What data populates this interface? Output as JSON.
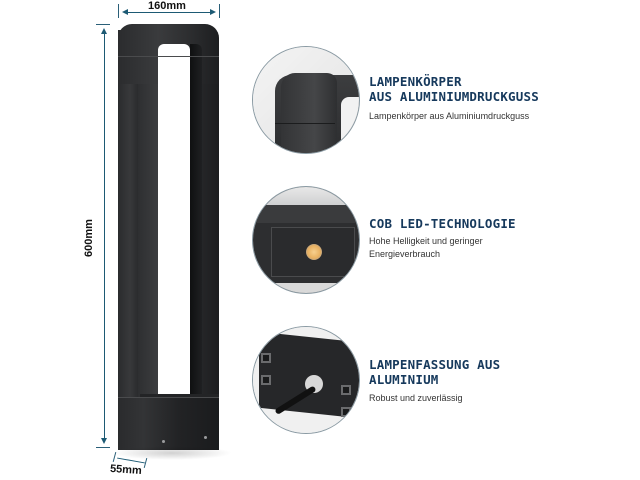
{
  "dimensions": {
    "width_label": "160mm",
    "height_label": "600mm",
    "depth_label": "55mm",
    "line_color": "#1d5a74"
  },
  "product": {
    "name": "bollard-lamp",
    "body_color": "#2b2c2e"
  },
  "features": [
    {
      "title_line1": "Lampenkörper",
      "title_line2": "aus Aluminiumdruckguss",
      "description_line1": "Lampenkörper aus Aluminiumdruckguss",
      "description_line2": "",
      "image": "lamp-corner-detail"
    },
    {
      "title_line1": "COB LED-Technologie",
      "title_line2": "",
      "description_line1": "Hohe Helligkeit und geringer",
      "description_line2": "Energieverbrauch",
      "image": "cob-led-detail"
    },
    {
      "title_line1": "Lampenfassung aus",
      "title_line2": "Aluminium",
      "description_line1": "Robust und zuverlässig",
      "description_line2": "",
      "image": "lamp-base-detail"
    }
  ],
  "colors": {
    "title": "#16395c",
    "description": "#333333",
    "circle_border": "#8a9aa3"
  }
}
